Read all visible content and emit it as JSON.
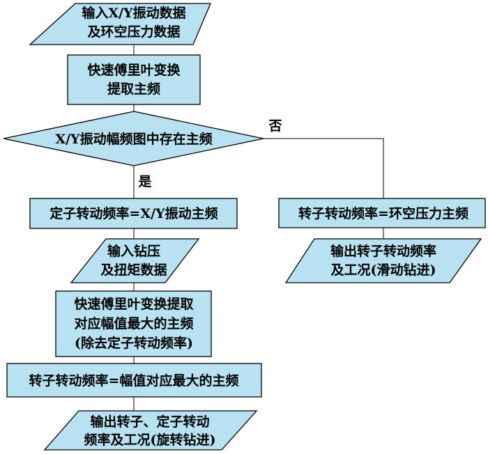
{
  "colors": {
    "fill": "#b8e1f2",
    "stroke": "#000000"
  },
  "nodes": {
    "input_xy_1": "输入X/Y振动数据",
    "input_xy_2": "及环空压力数据",
    "fft1_1": "快速傅里叶变换",
    "fft1_2": "提取主频",
    "decision": "X/Y振动幅频图中存在主频",
    "stator": "定子转动频率=X/Y振动主频",
    "input_drill_1": "输入钻压",
    "input_drill_2": "及扭矩数据",
    "fft2_1": "快速傅里叶变换提取",
    "fft2_2": "对应幅值最大的主频",
    "fft2_3": "(除去定子转动频率)",
    "rotor_left": "转子转动频率=幅值对应最大的主频",
    "output_left_1": "输出转子、定子转动",
    "output_left_2": "频率及工况(旋转钻进)",
    "rotor_right": "转子转动频率=环空压力主频",
    "output_right_1": "输出转子转动频率",
    "output_right_2": "及工况(滑动钻进)"
  },
  "edges": {
    "yes": "是",
    "no": "否"
  }
}
